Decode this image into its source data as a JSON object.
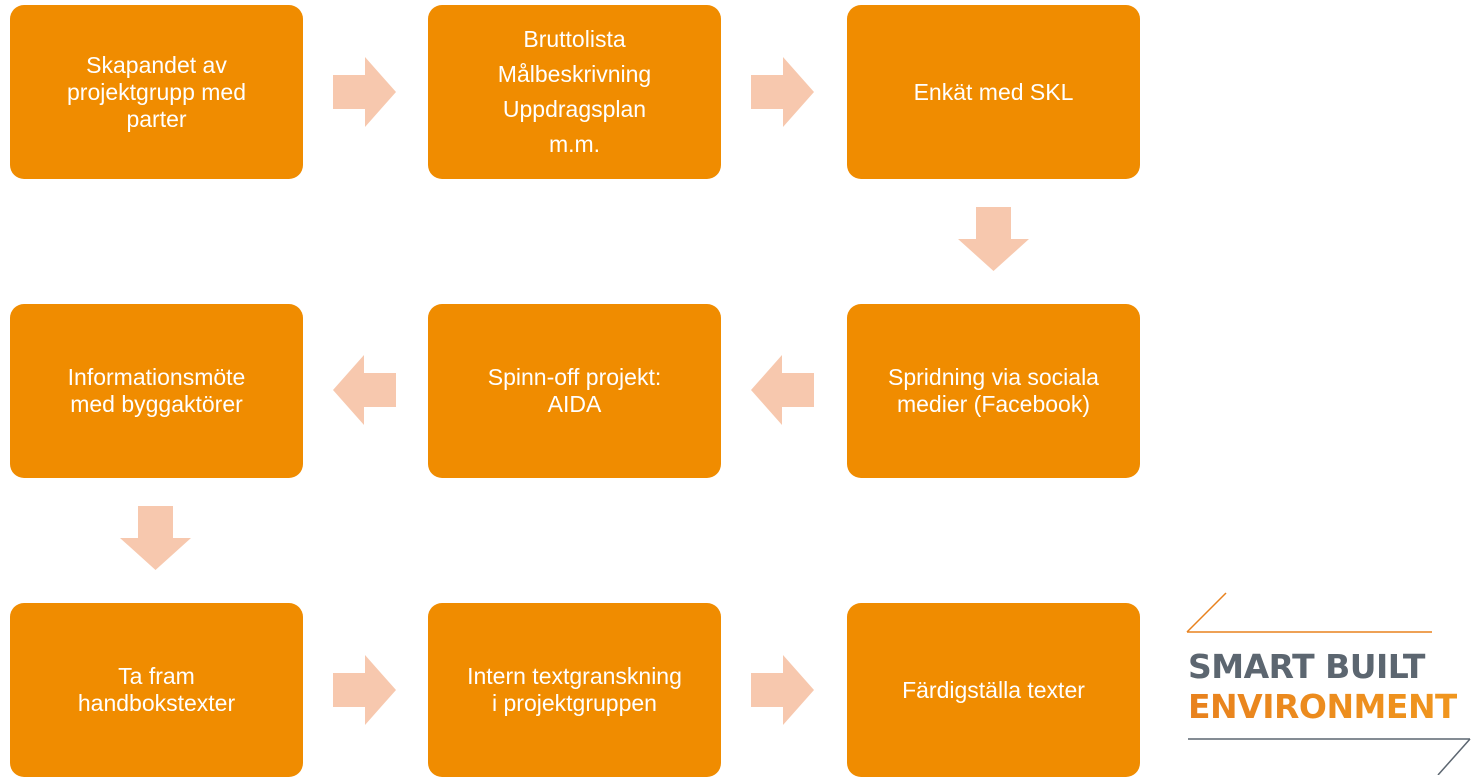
{
  "diagram": {
    "colors": {
      "box": "#f08c00",
      "arrow": "#f7c8ae",
      "logo_gray": "#5c6670"
    },
    "boxes": [
      {
        "lines": [
          "Skapandet av",
          "projektgrupp med",
          "parter"
        ]
      },
      {
        "lines": [
          "Bruttolista",
          "Målbeskrivning",
          "Uppdragsplan",
          "m.m."
        ]
      },
      {
        "lines": [
          "Enkät med SKL"
        ]
      },
      {
        "lines": [
          "Informationsmöte",
          "med byggaktörer"
        ]
      },
      {
        "lines": [
          "Spinn-off projekt:",
          "AIDA"
        ]
      },
      {
        "lines": [
          "Spridning via sociala",
          "medier (Facebook)"
        ]
      },
      {
        "lines": [
          "Ta fram",
          "handbokstexter"
        ]
      },
      {
        "lines": [
          "Intern textgranskning",
          "i projektgruppen"
        ]
      },
      {
        "lines": [
          "Färdigställa texter"
        ]
      }
    ]
  },
  "logo": {
    "line1": "SMART BUILT",
    "line2": "ENVIRONMENT",
    "line2_colors": [
      "#e8821e",
      "#f0961e"
    ]
  }
}
